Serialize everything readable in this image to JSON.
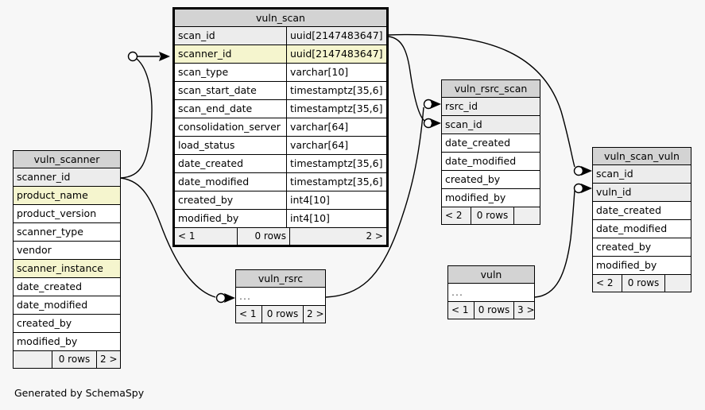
{
  "diagram": {
    "caption": "Generated by SchemaSpy",
    "background": "#f7f7f7",
    "header_color": "#d3d3d3",
    "primary_key_color": "#ececec",
    "indexed_color": "#f5f5ce"
  },
  "tables": {
    "vuln_scan": {
      "title": "vuln_scan",
      "focal": true,
      "columns": [
        {
          "name": "scan_id",
          "type": "uuid[2147483647]",
          "style": "key"
        },
        {
          "name": "scanner_id",
          "type": "uuid[2147483647]",
          "style": "idx"
        },
        {
          "name": "scan_type",
          "type": "varchar[10]",
          "style": ""
        },
        {
          "name": "scan_start_date",
          "type": "timestamptz[35,6]",
          "style": ""
        },
        {
          "name": "scan_end_date",
          "type": "timestamptz[35,6]",
          "style": ""
        },
        {
          "name": "consolidation_server",
          "type": "varchar[64]",
          "style": ""
        },
        {
          "name": "load_status",
          "type": "varchar[64]",
          "style": ""
        },
        {
          "name": "date_created",
          "type": "timestamptz[35,6]",
          "style": ""
        },
        {
          "name": "date_modified",
          "type": "timestamptz[35,6]",
          "style": ""
        },
        {
          "name": "created_by",
          "type": "int4[10]",
          "style": ""
        },
        {
          "name": "modified_by",
          "type": "int4[10]",
          "style": ""
        }
      ],
      "footer": {
        "left": "< 1",
        "middle": "0 rows",
        "right": "2 >"
      }
    },
    "vuln_scanner": {
      "title": "vuln_scanner",
      "focal": false,
      "columns": [
        {
          "name": "scanner_id",
          "style": "key"
        },
        {
          "name": "product_name",
          "style": "idx"
        },
        {
          "name": "product_version",
          "style": ""
        },
        {
          "name": "scanner_type",
          "style": ""
        },
        {
          "name": "vendor",
          "style": ""
        },
        {
          "name": "scanner_instance",
          "style": "idx"
        },
        {
          "name": "date_created",
          "style": ""
        },
        {
          "name": "date_modified",
          "style": ""
        },
        {
          "name": "created_by",
          "style": ""
        },
        {
          "name": "modified_by",
          "style": ""
        }
      ],
      "footer": {
        "left": "",
        "middle": "0 rows",
        "right": "2 >"
      }
    },
    "vuln_rsrc_scan": {
      "title": "vuln_rsrc_scan",
      "focal": false,
      "columns": [
        {
          "name": "rsrc_id",
          "style": "key"
        },
        {
          "name": "scan_id",
          "style": "key"
        },
        {
          "name": "date_created",
          "style": ""
        },
        {
          "name": "date_modified",
          "style": ""
        },
        {
          "name": "created_by",
          "style": ""
        },
        {
          "name": "modified_by",
          "style": ""
        }
      ],
      "footer": {
        "left": "< 2",
        "middle": "0 rows",
        "right": ""
      }
    },
    "vuln_scan_vuln": {
      "title": "vuln_scan_vuln",
      "focal": false,
      "columns": [
        {
          "name": "scan_id",
          "style": "key"
        },
        {
          "name": "vuln_id",
          "style": "key"
        },
        {
          "name": "date_created",
          "style": ""
        },
        {
          "name": "date_modified",
          "style": ""
        },
        {
          "name": "created_by",
          "style": ""
        },
        {
          "name": "modified_by",
          "style": ""
        }
      ],
      "footer": {
        "left": "< 2",
        "middle": "0 rows",
        "right": ""
      }
    },
    "vuln_rsrc": {
      "title": "vuln_rsrc",
      "focal": false,
      "columns": [
        {
          "name": "...",
          "style": "ellipsis"
        }
      ],
      "footer": {
        "left": "< 1",
        "middle": "0 rows",
        "right": "2 >"
      }
    },
    "vuln": {
      "title": "vuln",
      "focal": false,
      "columns": [
        {
          "name": "...",
          "style": "ellipsis"
        }
      ],
      "footer": {
        "left": "< 1",
        "middle": "0 rows",
        "right": "3 >"
      }
    }
  },
  "relationships": [
    {
      "name": "vuln_scanner-to-vuln_scan",
      "from": "vuln_scanner.scanner_id",
      "to": "vuln_scan.scanner_id"
    },
    {
      "name": "vuln_scanner-to-vuln_rsrc",
      "from": "vuln_scanner.scanner_id",
      "to": "vuln_rsrc"
    },
    {
      "name": "vuln_scan-to-vuln_rsrc_scan",
      "from": "vuln_scan.scan_id",
      "to": "vuln_rsrc_scan.scan_id"
    },
    {
      "name": "vuln_rsrc-to-vuln_rsrc_scan",
      "from": "vuln_rsrc",
      "to": "vuln_rsrc_scan.rsrc_id"
    },
    {
      "name": "vuln_scan-to-vuln_scan_vuln",
      "from": "vuln_scan.scan_id",
      "to": "vuln_scan_vuln.scan_id"
    },
    {
      "name": "vuln-to-vuln_scan_vuln",
      "from": "vuln",
      "to": "vuln_scan_vuln.vuln_id"
    }
  ]
}
